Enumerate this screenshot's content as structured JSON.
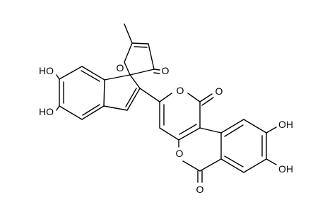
{
  "atom_labels": {
    "o_furan_ring": "O",
    "o_furanone_carbonyl": "O",
    "oh_indene_upper": "HO",
    "oh_indene_lower": "HO",
    "o_pyranone_ring": "O",
    "o_pyranone_carbonyl": "O",
    "o_lactone_ring": "O",
    "o_lactone_carbonyl": "O",
    "oh_benzo_upper": "OH",
    "oh_benzo_lower": "OH"
  },
  "colors": {
    "bond": "#000000",
    "text": "#000000",
    "background": "#ffffff"
  }
}
